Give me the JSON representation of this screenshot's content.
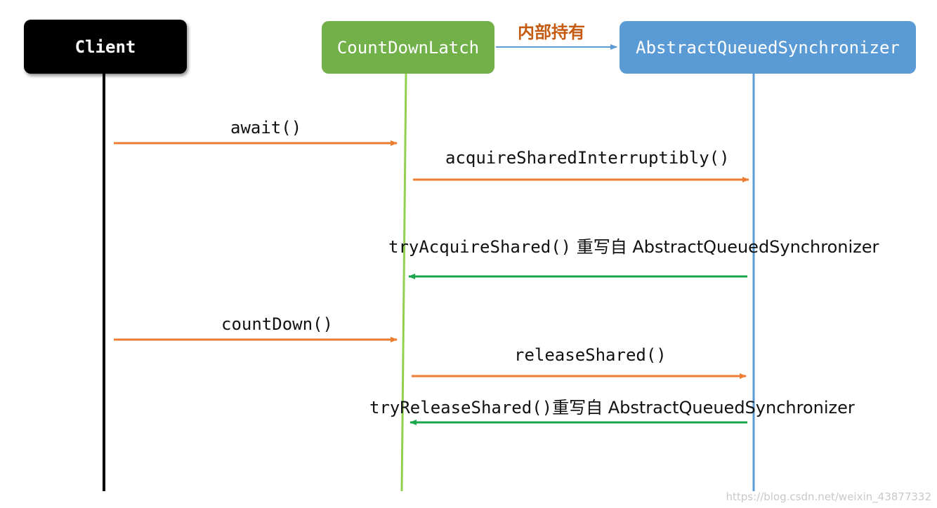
{
  "participants": {
    "client": "Client",
    "latch": "CountDownLatch",
    "aqs": "AbstractQueuedSynchronizer"
  },
  "relation": {
    "label": "内部持有"
  },
  "messages": {
    "await": "await()",
    "acquire_shared_interruptibly": "acquireSharedInterruptibly()",
    "try_acquire_shared": "tryAcquireShared()",
    "try_acquire_shared_note": " 重写自 ",
    "try_acquire_shared_source": "AbstractQueuedSynchronizer",
    "count_down": "countDown()",
    "release_shared": "releaseShared()",
    "try_release_shared": "tryReleaseShared()",
    "try_release_shared_note": "重写自 ",
    "try_release_shared_source": "AbstractQueuedSynchronizer"
  },
  "watermark": "https://blog.csdn.net/weixin_43877332",
  "colors": {
    "client": "#000000",
    "latch": "#72b04a",
    "aqs": "#5b9bd5",
    "call_arrow": "#ed7d31",
    "override_arrow": "#1aa64a",
    "relation_text": "#c55a11"
  }
}
